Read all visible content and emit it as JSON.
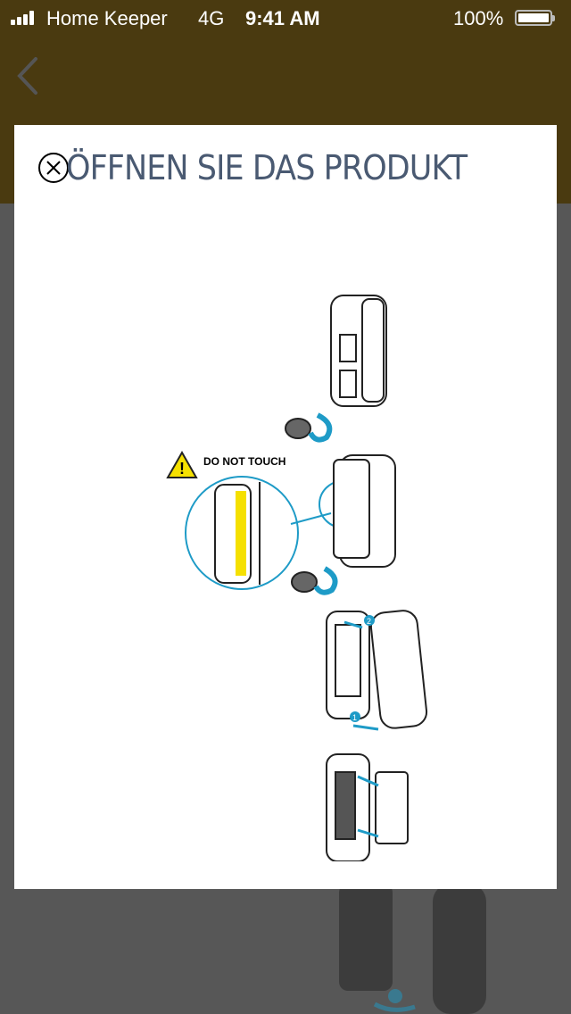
{
  "status_bar": {
    "carrier": "Home Keeper",
    "network": "4G",
    "time": "9:41 AM",
    "battery": "100%",
    "battery_level": 1.0
  },
  "nav": {
    "back_icon": "chevron-left-icon"
  },
  "modal": {
    "title": "ÖFFNEN SIE DAS PRODUKT",
    "close_icon": "circle-x-icon",
    "warning_label": "DO NOT TOUCH",
    "step_numbers": [
      "1",
      "2"
    ],
    "colors": {
      "accent": "#1e9bc7",
      "header": "#4a3a10",
      "title": "#4a5a72",
      "warning": "#f5e000"
    }
  }
}
